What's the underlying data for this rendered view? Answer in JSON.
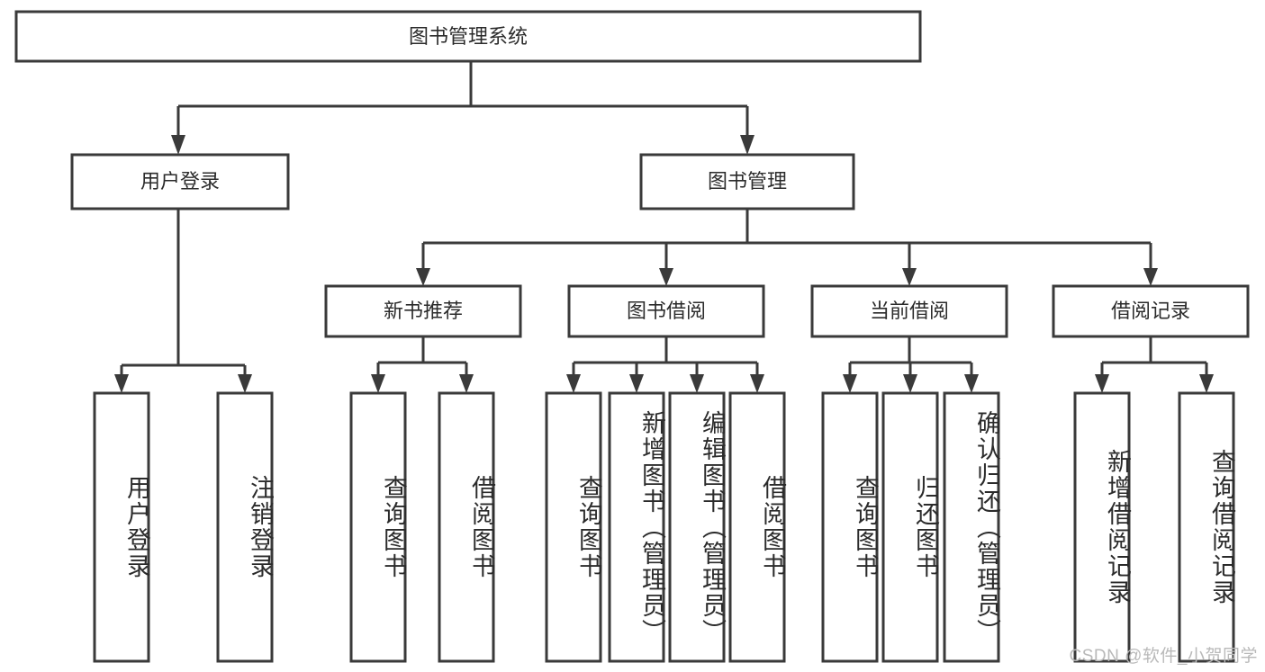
{
  "diagram": {
    "title": "图书管理系统",
    "type": "tree",
    "root": {
      "label": "图书管理系统",
      "children": [
        {
          "label": "用户登录",
          "children": [
            {
              "label": "用户登录"
            },
            {
              "label": "注销登录"
            }
          ]
        },
        {
          "label": "图书管理",
          "children": [
            {
              "label": "新书推荐",
              "children": [
                {
                  "label": "查询图书"
                },
                {
                  "label": "借阅图书"
                }
              ]
            },
            {
              "label": "图书借阅",
              "children": [
                {
                  "label": "查询图书"
                },
                {
                  "label": "新增图书（管理员）"
                },
                {
                  "label": "编辑图书（管理员）"
                },
                {
                  "label": "借阅图书"
                }
              ]
            },
            {
              "label": "当前借阅",
              "children": [
                {
                  "label": "查询图书"
                },
                {
                  "label": "归还图书"
                },
                {
                  "label": "确认归还（管理员）"
                }
              ]
            },
            {
              "label": "借阅记录",
              "children": [
                {
                  "label": "新增借阅记录"
                },
                {
                  "label": "查询借阅记录"
                }
              ]
            }
          ]
        }
      ]
    }
  },
  "nodes": {
    "root": "图书管理系统",
    "level2": {
      "user_login": "用户登录",
      "book_manage": "图书管理"
    },
    "level3": {
      "new_book_recommend": "新书推荐",
      "book_borrow": "图书借阅",
      "current_borrow": "当前借阅",
      "borrow_record": "借阅记录"
    },
    "leaves": {
      "user_login_1": "用户登录",
      "user_login_2": "注销登录",
      "recommend_1": "查询图书",
      "recommend_2": "借阅图书",
      "borrow_1": "查询图书",
      "borrow_2": "新增图书（管理员）",
      "borrow_3": "编辑图书（管理员）",
      "borrow_4": "借阅图书",
      "current_1": "查询图书",
      "current_2": "归还图书",
      "current_3": "确认归还（管理员）",
      "record_1": "新增借阅记录",
      "record_2": "查询借阅记录"
    }
  },
  "watermark": {
    "text": "CSDN @软件_小贺同学"
  },
  "colors": {
    "stroke": "#3a3a3a",
    "fill": "#ffffff",
    "text": "#2b2b2b",
    "watermark": "#b9b9b9",
    "background": "#ffffff"
  }
}
